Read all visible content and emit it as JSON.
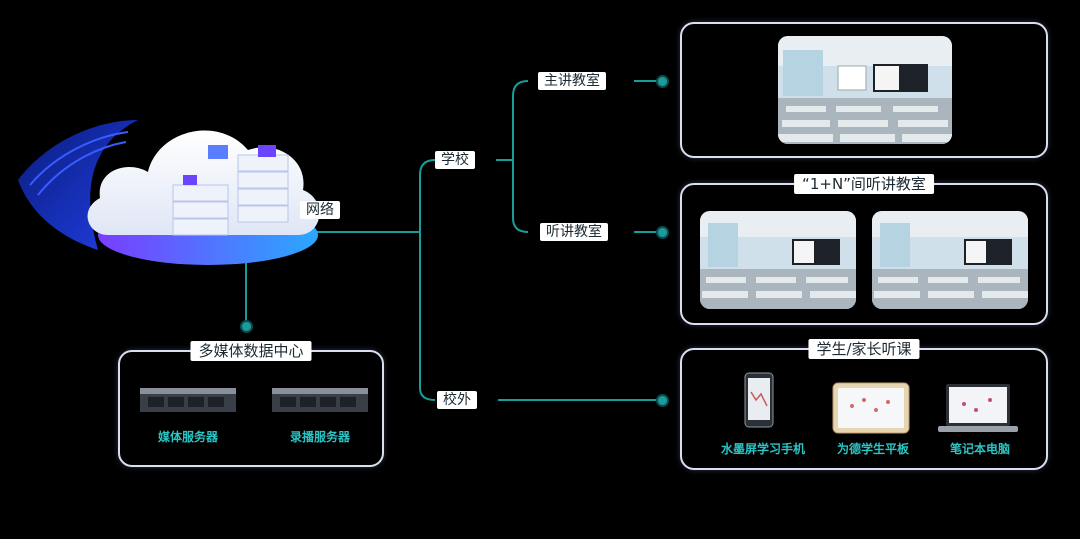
{
  "network_label": "网络",
  "school_label": "学校",
  "offcampus_label": "校外",
  "main_classroom_label": "主讲教室",
  "listen_classroom_label": "听讲教室",
  "one_plus_n_panel": {
    "title": "“1+N”间听讲教室"
  },
  "student_panel": {
    "title": "学生/家长听课",
    "devices": [
      {
        "label": "水墨屏学习手机",
        "icon": "phone-icon"
      },
      {
        "label": "为德学生平板",
        "icon": "tablet-icon"
      },
      {
        "label": "笔记本电脑",
        "icon": "laptop-icon"
      }
    ]
  },
  "datacenter_panel": {
    "title": "多媒体数据中心",
    "servers": [
      {
        "label": "媒体服务器"
      },
      {
        "label": "录播服务器"
      }
    ]
  },
  "colors": {
    "line": "#1a9c9c",
    "panel_border": "#d9dff0",
    "label_text": "#2bc4c4"
  }
}
